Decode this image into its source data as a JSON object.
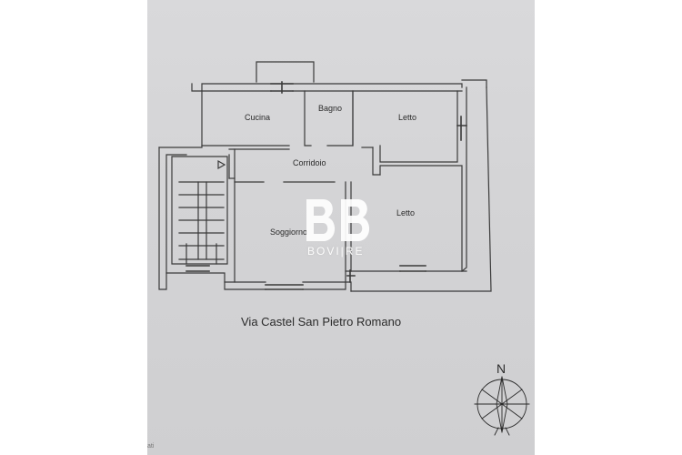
{
  "rooms": {
    "kitchen": "Cucina",
    "bathroom": "Bagno",
    "bedroom_1": "Letto",
    "corridor": "Corridoio",
    "bedroom_2": "Letto",
    "living_room": "Soggiorno"
  },
  "street": "Via Castel San Pietro Romano",
  "compass": {
    "north": "N"
  },
  "watermark": {
    "brand": "BOVI|RE",
    "logo": "bb-monogram-logo"
  },
  "corner_text": "ati",
  "colors": {
    "paper": "#d6d6d8",
    "line": "#3a3a3a",
    "watermark": "#ffffff"
  }
}
